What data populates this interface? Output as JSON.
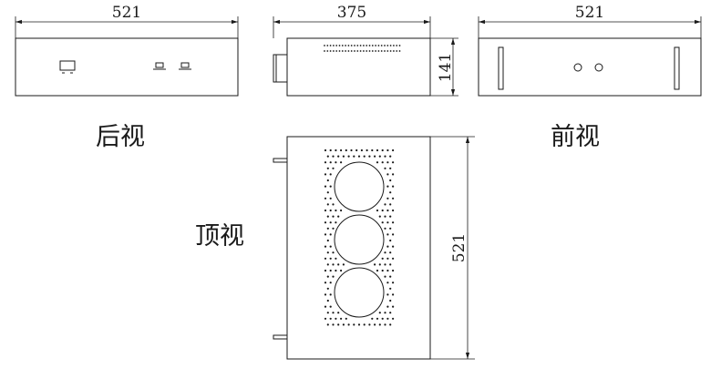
{
  "dimensions": {
    "rear_width": "521",
    "side_depth": "375",
    "side_height": "141",
    "front_width": "521",
    "top_depth": "521"
  },
  "labels": {
    "rear_view": "后视",
    "front_view": "前视",
    "top_view": "顶视"
  }
}
